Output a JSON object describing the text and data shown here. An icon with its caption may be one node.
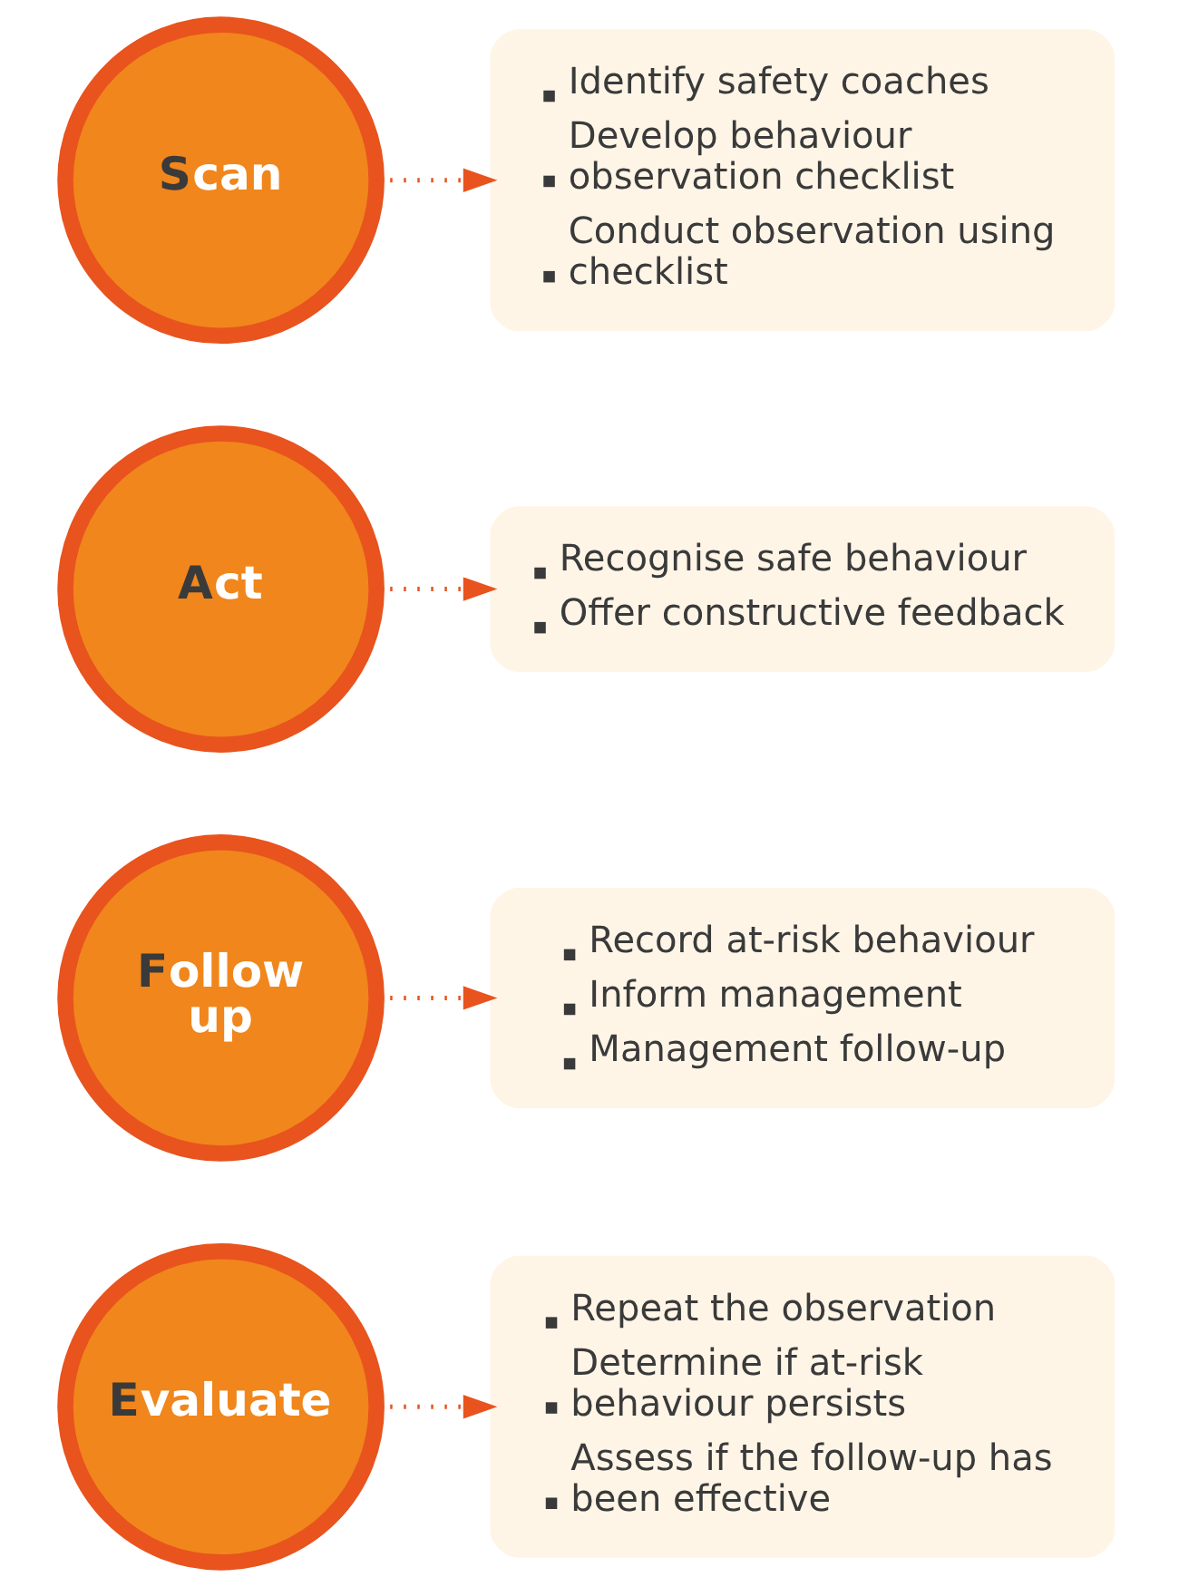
{
  "diagram": {
    "nodes": [
      {
        "text": [
          "Scan"
        ]
      },
      {
        "text": [
          "Identify safety coaches",
          "Develop behaviour observation checklist",
          "Conduct observation using checklist"
        ]
      },
      {
        "text": [
          "Act"
        ]
      },
      {
        "text": [
          "Recognise safe behaviour",
          "Offer constructive feedback"
        ]
      },
      {
        "text": [
          "Follow up"
        ]
      },
      {
        "text": [
          "Record at-risk behaviour",
          "Inform management",
          "Management follow-up"
        ]
      },
      {
        "text": [
          "Evaluate"
        ]
      },
      {
        "text": [
          "Repeat the observation",
          "Determine if at-risk behaviour persists",
          "Assess if the follow-up has been effective"
        ]
      }
    ],
    "edges": [
      {
        "from": 0,
        "to": 1,
        "arrow": "to",
        "style": "dashed"
      },
      {
        "from": 2,
        "to": 3,
        "arrow": "to",
        "style": "dashed"
      },
      {
        "from": 4,
        "to": 5,
        "arrow": "to",
        "style": "dashed"
      },
      {
        "from": 6,
        "to": 7,
        "arrow": "to",
        "style": "dashed"
      }
    ]
  }
}
